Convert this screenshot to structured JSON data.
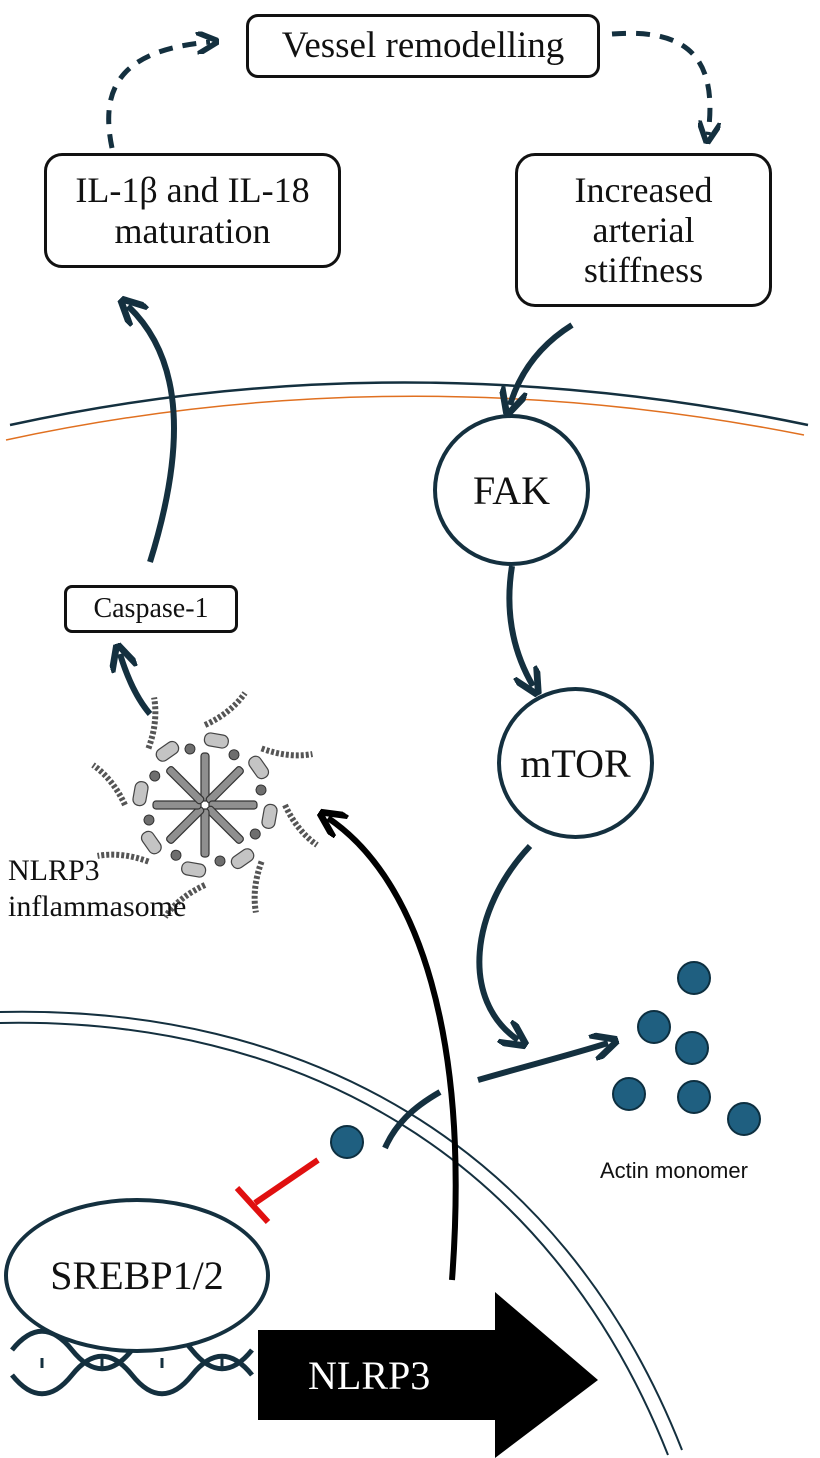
{
  "labels": {
    "vessel_remodelling": "Vessel remodelling",
    "il_maturation": "IL-1β and IL-18 maturation",
    "increased_stiffness": "Increased arterial stiffness",
    "fak": "FAK",
    "mtor": "mTOR",
    "caspase": "Caspase-1",
    "inflammasome": "NLRP3 inflammasome",
    "actin": "Actin monomer",
    "srebp": "SREBP1/2",
    "nlrp3_gene": "NLRP3"
  },
  "colors": {
    "arrow": "#14303f",
    "actin": "#1f5f80",
    "inhibit": "#e01010",
    "membrane_inner": "#e07020",
    "gene": "#000000",
    "inflammasome_body": "#8c8c8c"
  }
}
